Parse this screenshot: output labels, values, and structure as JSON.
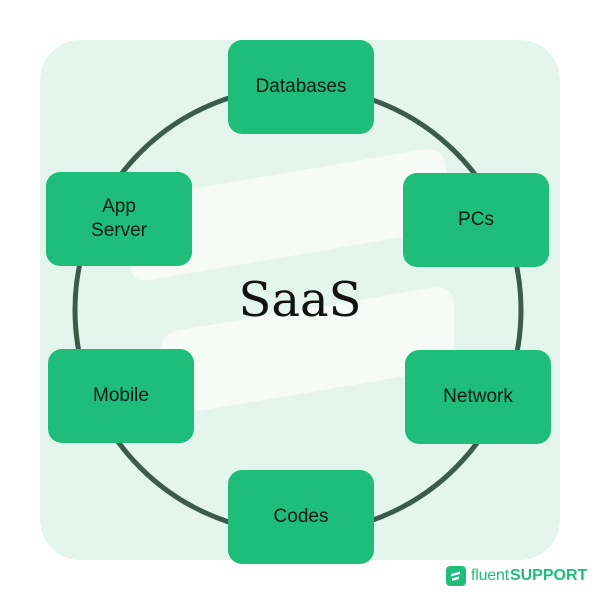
{
  "diagram": {
    "center": "SaaS",
    "nodes": {
      "databases": "Databases",
      "pcs": "PCs",
      "network": "Network",
      "codes": "Codes",
      "mobile": "Mobile",
      "app_server": "App\nServer"
    }
  },
  "brand": {
    "logo_icon": "fluent-support-logo-icon",
    "word_1": "fluent",
    "word_2": "SUPPORT"
  },
  "colors": {
    "panel": "#e3f5ec",
    "node": "#1fbd7a",
    "ring": "#3d5a4a",
    "brand": "#1fbd7a"
  }
}
